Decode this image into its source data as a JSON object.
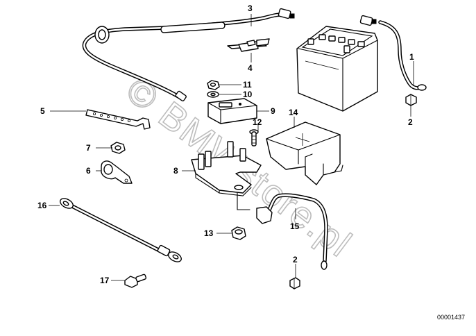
{
  "diagram": {
    "watermark": "© BMWstore.pl",
    "reference_number": "00001437",
    "callouts": {
      "c1": "1",
      "c2a": "2",
      "c2b": "2",
      "c3": "3",
      "c4": "4",
      "c5": "5",
      "c6": "6",
      "c7": "7",
      "c8": "8",
      "c9": "9",
      "c10": "10",
      "c11": "11",
      "c12": "12",
      "c13": "13",
      "c14": "14",
      "c15": "15",
      "c16": "16",
      "c17": "17"
    }
  }
}
